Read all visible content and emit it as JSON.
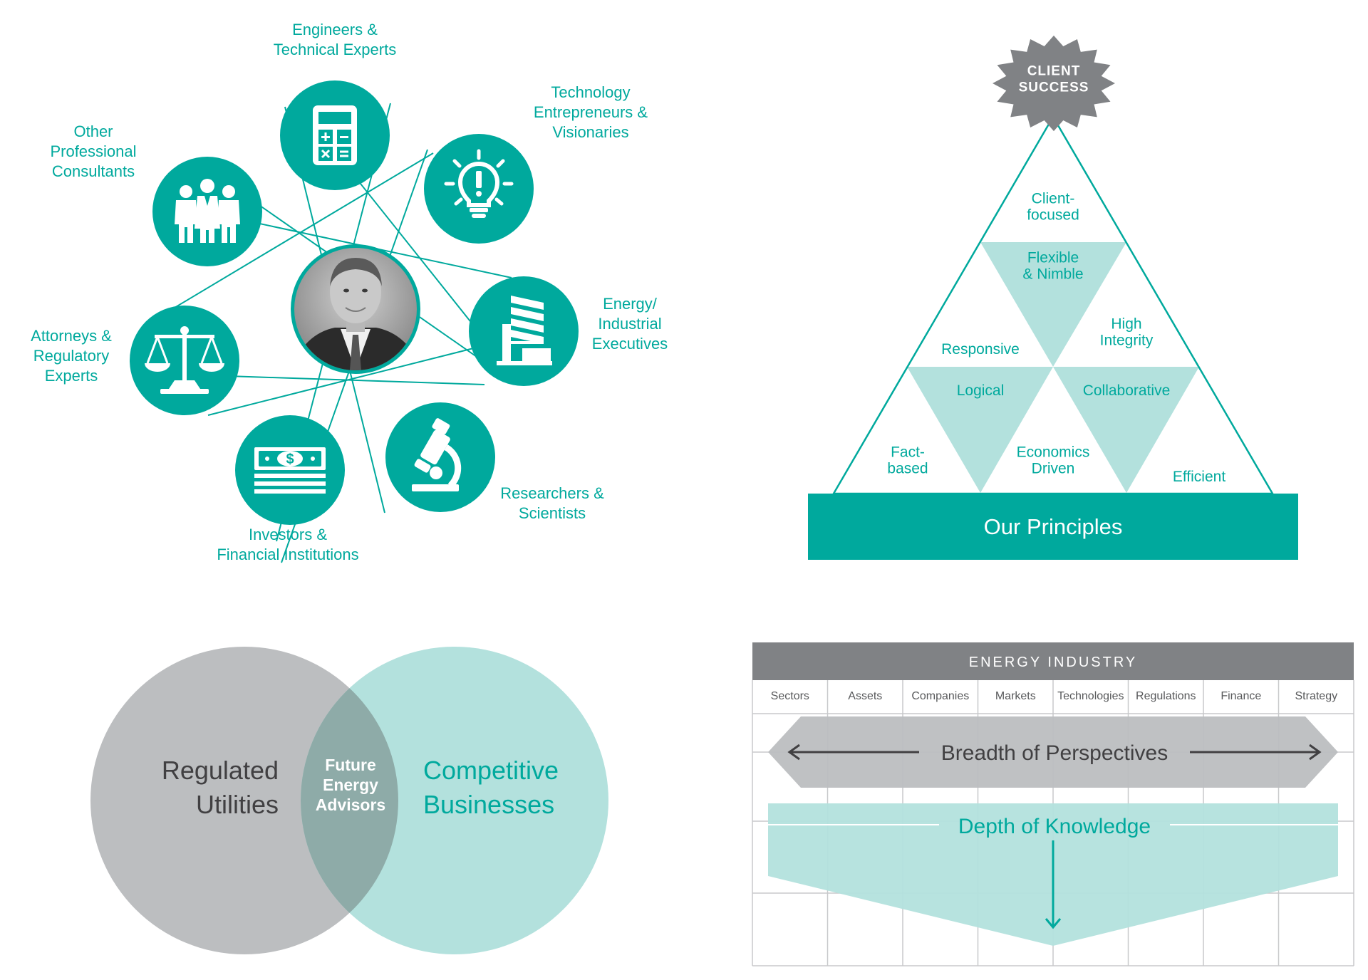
{
  "colors": {
    "teal": "#00a99d",
    "teal_light": "#b3e1dd",
    "grey": "#808285",
    "grey_light": "#bcbec0",
    "grey_lighter": "#c5c6c8",
    "overlap": "#8eaba8",
    "text_dark": "#414042"
  },
  "network": {
    "nodes": [
      {
        "id": "engineers",
        "icon": "calculator-icon",
        "label": [
          "Engineers &",
          "Technical Experts"
        ]
      },
      {
        "id": "technology",
        "icon": "lightbulb-icon",
        "label": [
          "Technology",
          "Entrepreneurs &",
          "Visionaries"
        ]
      },
      {
        "id": "energy",
        "icon": "building-icon",
        "label": [
          "Energy/",
          "Industrial",
          "Executives"
        ]
      },
      {
        "id": "researchers",
        "icon": "microscope-icon",
        "label": [
          "Researchers &",
          "Scientists"
        ]
      },
      {
        "id": "investors",
        "icon": "money-stack-icon",
        "label": [
          "Investors &",
          "Financial Institutions"
        ]
      },
      {
        "id": "attorneys",
        "icon": "scales-icon",
        "label": [
          "Attorneys &",
          "Regulatory",
          "Experts"
        ]
      },
      {
        "id": "consultants",
        "icon": "people-group-icon",
        "label": [
          "Other",
          "Professional",
          "Consultants"
        ]
      }
    ],
    "center_icon": "person-portrait-icon"
  },
  "pyramid": {
    "badge": [
      "CLIENT",
      "SUCCESS"
    ],
    "labels": {
      "client_focused": [
        "Client-",
        "focused"
      ],
      "flexible": [
        "Flexible",
        "& Nimble"
      ],
      "responsive": [
        "Responsive"
      ],
      "high_integrity": [
        "High",
        "Integrity"
      ],
      "logical": [
        "Logical"
      ],
      "collaborative": [
        "Collaborative"
      ],
      "fact_based": [
        "Fact-",
        "based"
      ],
      "economics": [
        "Economics",
        "Driven"
      ],
      "efficient": [
        "Efficient"
      ]
    },
    "base": "Our Principles"
  },
  "venn": {
    "left": [
      "Regulated",
      "Utilities"
    ],
    "center": [
      "Future",
      "Energy",
      "Advisors"
    ],
    "right": [
      "Competitive",
      "Businesses"
    ]
  },
  "matrix": {
    "header": "ENERGY INDUSTRY",
    "columns": [
      "Sectors",
      "Assets",
      "Companies",
      "Markets",
      "Technologies",
      "Regulations",
      "Finance",
      "Strategy"
    ],
    "breadth": "Breadth of Perspectives",
    "depth": "Depth of Knowledge"
  }
}
